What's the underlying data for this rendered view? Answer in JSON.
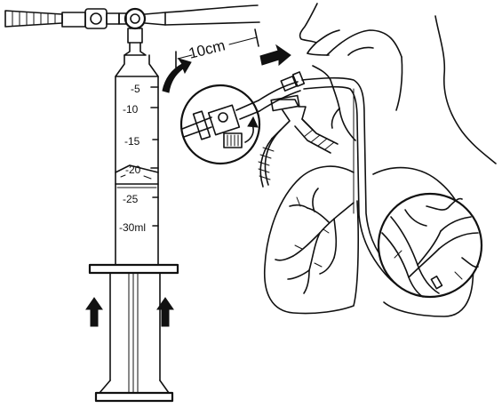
{
  "syringe": {
    "scale_marks": [
      "-5",
      "-10",
      "-15",
      "-20",
      "-25",
      "-30ml"
    ]
  },
  "distance_label": "10cm",
  "colors": {
    "ink": "#111111",
    "background": "#ffffff"
  },
  "icons": [
    "up-arrow-icon",
    "right-arrow-icon",
    "curved-arrow-icon"
  ]
}
